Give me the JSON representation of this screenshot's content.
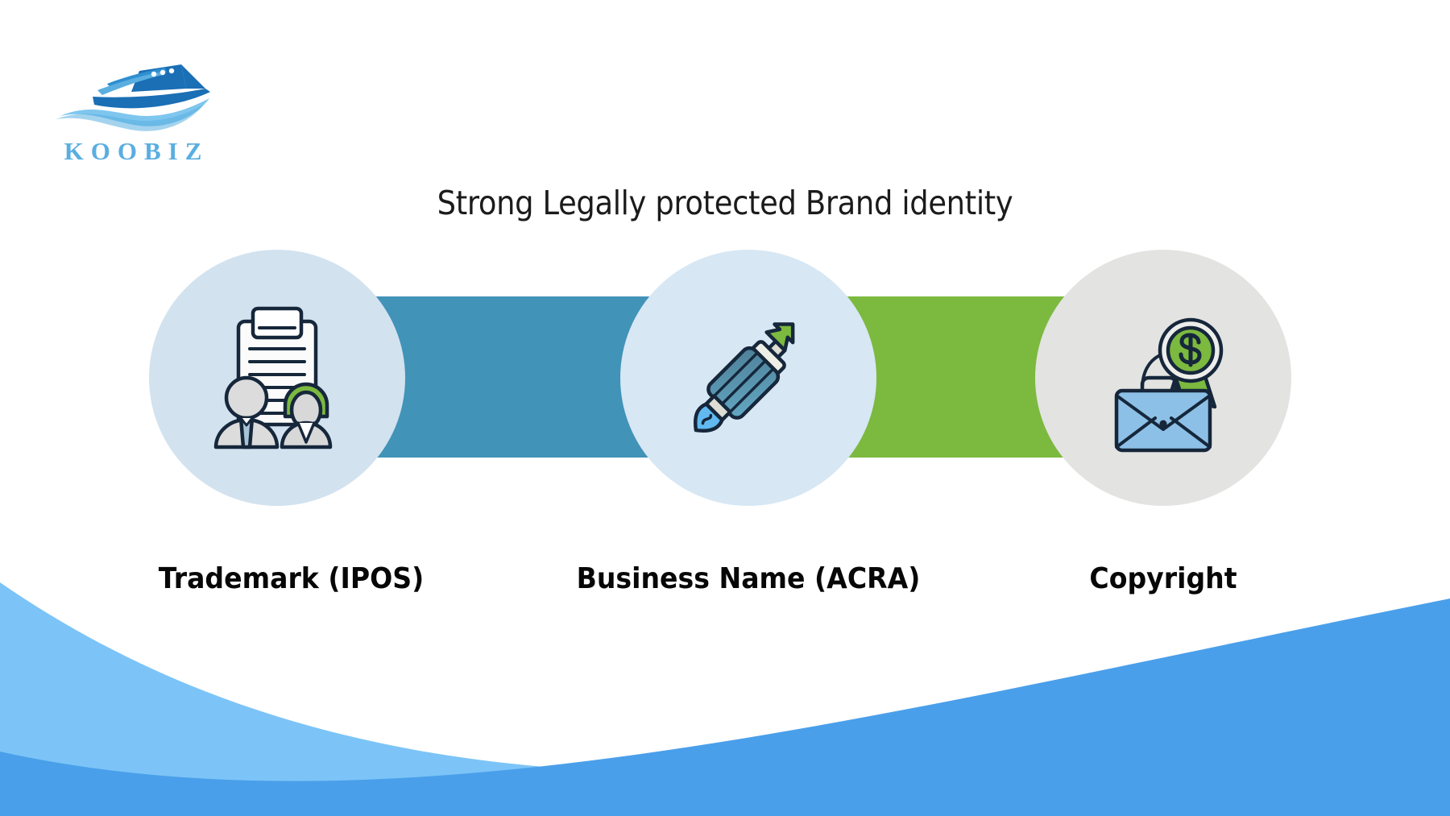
{
  "brand": {
    "logo_icon": "ship-logo-icon",
    "name": "KOOBIZ",
    "logo_color_dark": "#1a6fb5",
    "logo_color_mid": "#2f8fd0",
    "logo_color_light": "#7ec6ee",
    "wordmark_color": "#5aaee0"
  },
  "slide": {
    "title": "Strong Legally protected Brand identity",
    "background": "#ffffff"
  },
  "steps": [
    {
      "id": "trademark",
      "label": "Trademark (IPOS)",
      "circle_color": "#d2e2ef",
      "icon": "document-with-people-icon"
    },
    {
      "id": "business-name",
      "label": "Business Name (ACRA)",
      "circle_color": "#d7e7f4",
      "icon": "fountain-pen-icon"
    },
    {
      "id": "copyright",
      "label": "Copyright",
      "circle_color": "#e3e3e1",
      "icon": "briefcase-with-award-icon"
    }
  ],
  "connectors": [
    {
      "id": "connector-1",
      "color": "#4193b8"
    },
    {
      "id": "connector-2",
      "color": "#7cb93f"
    }
  ],
  "decoration": {
    "wave_light": "#7cc4f7",
    "wave_dark": "#4a9fea"
  }
}
